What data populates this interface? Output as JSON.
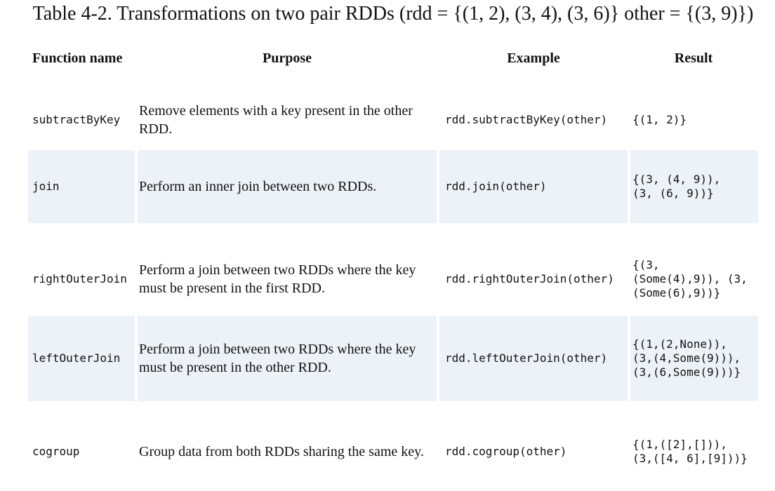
{
  "caption": "Table 4-2. Transformations on two pair RDDs (rdd = {(1, 2), (3, 4), (3, 6)} other = {(3, 9)})",
  "columns": {
    "function_name": "Function name",
    "purpose": "Purpose",
    "example": "Example",
    "result": "Result"
  },
  "rows": [
    {
      "function": "subtractByKey",
      "purpose": "Remove elements with a key present in the other RDD.",
      "example": "rdd.subtractByKey(other)",
      "result": "{(1, 2)}"
    },
    {
      "function": "join",
      "purpose": "Perform an inner join between two RDDs.",
      "example": "rdd.join(other)",
      "result": "{(3, (4, 9)),\n(3, (6, 9))}"
    },
    {
      "function": "rightOuterJoin",
      "purpose": "Perform a join between two RDDs where the key must be present in the first RDD.",
      "example": "rdd.rightOuterJoin(other)",
      "result": "{(3,\n(Some(4),9)), (3,\n(Some(6),9))}"
    },
    {
      "function": "leftOuterJoin",
      "purpose": "Perform a join between two RDDs where the key must be present in the other RDD.",
      "example": "rdd.leftOuterJoin(other)",
      "result": "{(1,(2,None)),\n(3,(4,Some(9))),\n(3,(6,Some(9)))}"
    },
    {
      "function": "cogroup",
      "purpose": "Group data from both RDDs sharing the same key.",
      "example": "rdd.cogroup(other)",
      "result": "{(1,([2],[])),\n(3,([4, 6],[9]))}"
    }
  ]
}
